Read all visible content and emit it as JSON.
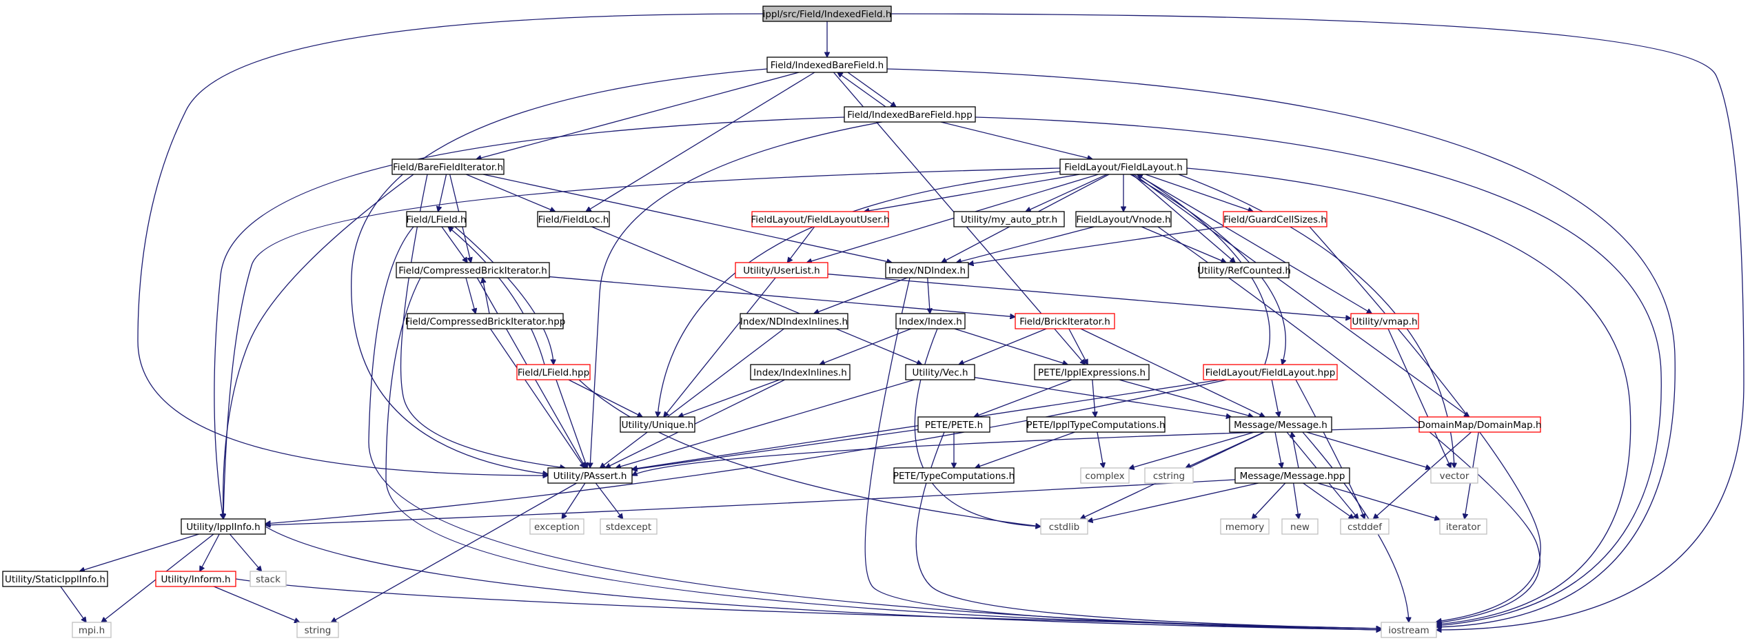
{
  "diagram": {
    "type": "include-dependency-graph",
    "colors": {
      "root_fill": "#bfbfbf",
      "root_border": "#000000",
      "node_fill": "#ffffff",
      "node_border": "#000000",
      "truncated_border": "#ff0000",
      "system_border": "#bfbfbf",
      "system_text": "#404040",
      "edge": "#191970"
    },
    "nodes": [
      {
        "id": "root",
        "label": "ippl/src/Field/IndexedField.h",
        "kind": "root"
      },
      {
        "id": "ibf",
        "label": "Field/IndexedBareField.h",
        "kind": "normal"
      },
      {
        "id": "ibfhpp",
        "label": "Field/IndexedBareField.hpp",
        "kind": "normal"
      },
      {
        "id": "bfi",
        "label": "Field/BareFieldIterator.h",
        "kind": "normal"
      },
      {
        "id": "fl",
        "label": "FieldLayout/FieldLayout.h",
        "kind": "normal"
      },
      {
        "id": "lfield",
        "label": "Field/LField.h",
        "kind": "normal"
      },
      {
        "id": "floc",
        "label": "Field/FieldLoc.h",
        "kind": "normal"
      },
      {
        "id": "fluser",
        "label": "FieldLayout/FieldLayoutUser.h",
        "kind": "truncated"
      },
      {
        "id": "autoptr",
        "label": "Utility/my_auto_ptr.h",
        "kind": "normal"
      },
      {
        "id": "vnode",
        "label": "FieldLayout/Vnode.h",
        "kind": "normal"
      },
      {
        "id": "gcs",
        "label": "Field/GuardCellSizes.h",
        "kind": "truncated"
      },
      {
        "id": "cbi",
        "label": "Field/CompressedBrickIterator.h",
        "kind": "normal"
      },
      {
        "id": "ulist",
        "label": "Utility/UserList.h",
        "kind": "truncated"
      },
      {
        "id": "ndindex",
        "label": "Index/NDIndex.h",
        "kind": "normal"
      },
      {
        "id": "refc",
        "label": "Utility/RefCounted.h",
        "kind": "normal"
      },
      {
        "id": "cbihpp",
        "label": "Field/CompressedBrickIterator.hpp",
        "kind": "normal"
      },
      {
        "id": "ndinl",
        "label": "Index/NDIndexInlines.h",
        "kind": "normal"
      },
      {
        "id": "index",
        "label": "Index/Index.h",
        "kind": "normal"
      },
      {
        "id": "bi",
        "label": "Field/BrickIterator.h",
        "kind": "truncated"
      },
      {
        "id": "vmap",
        "label": "Utility/vmap.h",
        "kind": "truncated"
      },
      {
        "id": "lfhpp",
        "label": "Field/LField.hpp",
        "kind": "truncated"
      },
      {
        "id": "idxinl",
        "label": "Index/IndexInlines.h",
        "kind": "normal"
      },
      {
        "id": "vec",
        "label": "Utility/Vec.h",
        "kind": "normal"
      },
      {
        "id": "pete",
        "label": "PETE/IpplExpressions.h",
        "kind": "normal"
      },
      {
        "id": "flhpp",
        "label": "FieldLayout/FieldLayout.hpp",
        "kind": "truncated"
      },
      {
        "id": "unique",
        "label": "Utility/Unique.h",
        "kind": "normal"
      },
      {
        "id": "peteh",
        "label": "PETE/PETE.h",
        "kind": "normal"
      },
      {
        "id": "ipptc",
        "label": "PETE/IpplTypeComputations.h",
        "kind": "normal"
      },
      {
        "id": "msg",
        "label": "Message/Message.h",
        "kind": "normal"
      },
      {
        "id": "dmap",
        "label": "DomainMap/DomainMap.h",
        "kind": "truncated"
      },
      {
        "id": "passert",
        "label": "Utility/PAssert.h",
        "kind": "normal"
      },
      {
        "id": "tc",
        "label": "PETE/TypeComputations.h",
        "kind": "normal"
      },
      {
        "id": "complex",
        "label": "complex",
        "kind": "system"
      },
      {
        "id": "cstring",
        "label": "cstring",
        "kind": "system"
      },
      {
        "id": "msghpp",
        "label": "Message/Message.hpp",
        "kind": "normal"
      },
      {
        "id": "vector",
        "label": "vector",
        "kind": "system"
      },
      {
        "id": "ipplinfo",
        "label": "Utility/IpplInfo.h",
        "kind": "normal"
      },
      {
        "id": "exception",
        "label": "exception",
        "kind": "system"
      },
      {
        "id": "stdexcept",
        "label": "stdexcept",
        "kind": "system"
      },
      {
        "id": "cstdlib",
        "label": "cstdlib",
        "kind": "system"
      },
      {
        "id": "memory",
        "label": "memory",
        "kind": "system"
      },
      {
        "id": "new",
        "label": "new",
        "kind": "system"
      },
      {
        "id": "cstddef",
        "label": "cstddef",
        "kind": "system"
      },
      {
        "id": "iterator",
        "label": "iterator",
        "kind": "system"
      },
      {
        "id": "static",
        "label": "Utility/StaticIpplInfo.h",
        "kind": "normal"
      },
      {
        "id": "inform",
        "label": "Utility/Inform.h",
        "kind": "truncated"
      },
      {
        "id": "stack",
        "label": "stack",
        "kind": "system"
      },
      {
        "id": "mpi",
        "label": "mpi.h",
        "kind": "system"
      },
      {
        "id": "string",
        "label": "string",
        "kind": "system"
      },
      {
        "id": "iostream",
        "label": "iostream",
        "kind": "system"
      }
    ],
    "edges": [
      [
        "root",
        "ibf"
      ],
      [
        "root",
        "passert"
      ],
      [
        "root",
        "iostream"
      ],
      [
        "ibf",
        "ibfhpp"
      ],
      [
        "ibfhpp",
        "ibf"
      ],
      [
        "ibf",
        "bfi"
      ],
      [
        "ibf",
        "floc"
      ],
      [
        "ibf",
        "pete"
      ],
      [
        "ibf",
        "passert"
      ],
      [
        "ibf",
        "iostream"
      ],
      [
        "ibfhpp",
        "fl"
      ],
      [
        "ibfhpp",
        "passert"
      ],
      [
        "ibfhpp",
        "ipplinfo"
      ],
      [
        "ibfhpp",
        "iostream"
      ],
      [
        "bfi",
        "lfield"
      ],
      [
        "bfi",
        "floc"
      ],
      [
        "bfi",
        "cbi"
      ],
      [
        "bfi",
        "ndindex"
      ],
      [
        "bfi",
        "passert"
      ],
      [
        "bfi",
        "ipplinfo"
      ],
      [
        "fl",
        "fluser"
      ],
      [
        "fl",
        "autoptr"
      ],
      [
        "fl",
        "vnode"
      ],
      [
        "fl",
        "gcs"
      ],
      [
        "fl",
        "ndindex"
      ],
      [
        "fl",
        "refc"
      ],
      [
        "fl",
        "ulist"
      ],
      [
        "fl",
        "unique"
      ],
      [
        "fl",
        "flhpp"
      ],
      [
        "flhpp",
        "fl"
      ],
      [
        "fl",
        "vmap"
      ],
      [
        "fl",
        "dmap"
      ],
      [
        "fl",
        "vector"
      ],
      [
        "fl",
        "ipplinfo"
      ],
      [
        "fl",
        "iostream"
      ],
      [
        "lfield",
        "cbi"
      ],
      [
        "lfield",
        "lfhpp"
      ],
      [
        "lfhpp",
        "lfield"
      ],
      [
        "lfield",
        "iostream"
      ],
      [
        "floc",
        "vec"
      ],
      [
        "fluser",
        "ulist"
      ],
      [
        "vnode",
        "ndindex"
      ],
      [
        "vnode",
        "refc"
      ],
      [
        "vnode",
        "iostream"
      ],
      [
        "gcs",
        "ndindex"
      ],
      [
        "gcs",
        "iostream"
      ],
      [
        "cbi",
        "cbihpp"
      ],
      [
        "cbihpp",
        "cbi"
      ],
      [
        "cbi",
        "bi"
      ],
      [
        "cbi",
        "passert"
      ],
      [
        "cbi",
        "iostream"
      ],
      [
        "ulist",
        "vmap"
      ],
      [
        "ulist",
        "unique"
      ],
      [
        "ndindex",
        "ndinl"
      ],
      [
        "ndindex",
        "index"
      ],
      [
        "ndindex",
        "iostream"
      ],
      [
        "cbihpp",
        "passert"
      ],
      [
        "ndinl",
        "passert"
      ],
      [
        "index",
        "pete"
      ],
      [
        "index",
        "idxinl"
      ],
      [
        "index",
        "cstdlib"
      ],
      [
        "bi",
        "vec"
      ],
      [
        "bi",
        "pete"
      ],
      [
        "bi",
        "msg"
      ],
      [
        "vmap",
        "vector"
      ],
      [
        "lfhpp",
        "unique"
      ],
      [
        "lfhpp",
        "passert"
      ],
      [
        "lfhpp",
        "cstdlib"
      ],
      [
        "idxinl",
        "unique"
      ],
      [
        "idxinl",
        "passert"
      ],
      [
        "vec",
        "passert"
      ],
      [
        "vec",
        "msg"
      ],
      [
        "pete",
        "peteh"
      ],
      [
        "pete",
        "ipptc"
      ],
      [
        "pete",
        "msg"
      ],
      [
        "flhpp",
        "msg"
      ],
      [
        "flhpp",
        "passert"
      ],
      [
        "flhpp",
        "cstddef"
      ],
      [
        "flhpp",
        "ipplinfo"
      ],
      [
        "peteh",
        "tc"
      ],
      [
        "peteh",
        "passert"
      ],
      [
        "peteh",
        "iostream"
      ],
      [
        "ipptc",
        "tc"
      ],
      [
        "ipptc",
        "complex"
      ],
      [
        "msg",
        "msghpp"
      ],
      [
        "msghpp",
        "msg"
      ],
      [
        "msg",
        "complex"
      ],
      [
        "msg",
        "cstring"
      ],
      [
        "msg",
        "vector"
      ],
      [
        "msg",
        "cstdlib"
      ],
      [
        "msg",
        "cstddef"
      ],
      [
        "msg",
        "iostream"
      ],
      [
        "dmap",
        "passert"
      ],
      [
        "dmap",
        "cstddef"
      ],
      [
        "dmap",
        "iterator"
      ],
      [
        "passert",
        "exception"
      ],
      [
        "passert",
        "stdexcept"
      ],
      [
        "passert",
        "string"
      ],
      [
        "msghpp",
        "ipplinfo"
      ],
      [
        "msghpp",
        "memory"
      ],
      [
        "msghpp",
        "new"
      ],
      [
        "msghpp",
        "cstddef"
      ],
      [
        "msghpp",
        "iterator"
      ],
      [
        "msghpp",
        "cstdlib"
      ],
      [
        "ipplinfo",
        "static"
      ],
      [
        "ipplinfo",
        "inform"
      ],
      [
        "ipplinfo",
        "stack"
      ],
      [
        "ipplinfo",
        "mpi"
      ],
      [
        "ipplinfo",
        "iostream"
      ],
      [
        "static",
        "mpi"
      ],
      [
        "inform",
        "string"
      ],
      [
        "inform",
        "iostream"
      ]
    ]
  }
}
